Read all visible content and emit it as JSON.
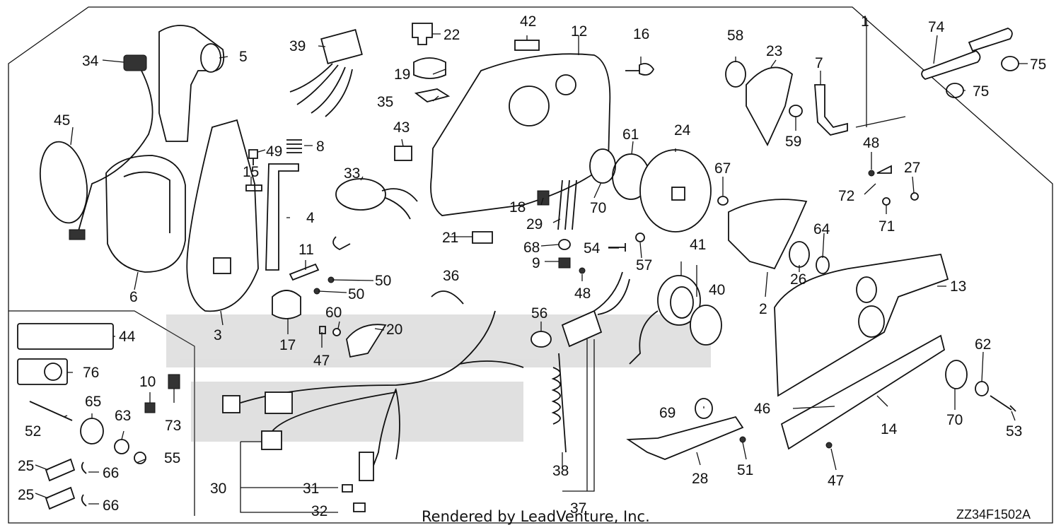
{
  "diagram": {
    "credit": "Rendered by LeadVenture, Inc.",
    "drawing_code": "ZZ34F1502A",
    "callouts": [
      {
        "id": "n1",
        "text": "1"
      },
      {
        "id": "n2",
        "text": "2"
      },
      {
        "id": "n3",
        "text": "3"
      },
      {
        "id": "n4",
        "text": "4"
      },
      {
        "id": "n5",
        "text": "5"
      },
      {
        "id": "n6",
        "text": "6"
      },
      {
        "id": "n7",
        "text": "7"
      },
      {
        "id": "n8",
        "text": "8"
      },
      {
        "id": "n9",
        "text": "9"
      },
      {
        "id": "n10",
        "text": "10"
      },
      {
        "id": "n11",
        "text": "11"
      },
      {
        "id": "n12",
        "text": "12"
      },
      {
        "id": "n13",
        "text": "13"
      },
      {
        "id": "n14",
        "text": "14"
      },
      {
        "id": "n15",
        "text": "15"
      },
      {
        "id": "n16",
        "text": "16"
      },
      {
        "id": "n17",
        "text": "17"
      },
      {
        "id": "n18",
        "text": "18"
      },
      {
        "id": "n19",
        "text": "19"
      },
      {
        "id": "n20",
        "text": "20"
      },
      {
        "id": "n21",
        "text": "21"
      },
      {
        "id": "n22",
        "text": "22"
      },
      {
        "id": "n23",
        "text": "23"
      },
      {
        "id": "n24",
        "text": "24"
      },
      {
        "id": "n25a",
        "text": "25"
      },
      {
        "id": "n25b",
        "text": "25"
      },
      {
        "id": "n26",
        "text": "26"
      },
      {
        "id": "n27",
        "text": "27"
      },
      {
        "id": "n28",
        "text": "28"
      },
      {
        "id": "n29",
        "text": "29"
      },
      {
        "id": "n30",
        "text": "30"
      },
      {
        "id": "n31",
        "text": "31"
      },
      {
        "id": "n32",
        "text": "32"
      },
      {
        "id": "n33",
        "text": "33"
      },
      {
        "id": "n34",
        "text": "34"
      },
      {
        "id": "n35",
        "text": "35"
      },
      {
        "id": "n36",
        "text": "36"
      },
      {
        "id": "n37",
        "text": "37"
      },
      {
        "id": "n38",
        "text": "38"
      },
      {
        "id": "n39",
        "text": "39"
      },
      {
        "id": "n40",
        "text": "40"
      },
      {
        "id": "n41",
        "text": "41"
      },
      {
        "id": "n42",
        "text": "42"
      },
      {
        "id": "n43",
        "text": "43"
      },
      {
        "id": "n44",
        "text": "44"
      },
      {
        "id": "n45",
        "text": "45"
      },
      {
        "id": "n46",
        "text": "46"
      },
      {
        "id": "n47a",
        "text": "47"
      },
      {
        "id": "n47b",
        "text": "47"
      },
      {
        "id": "n48a",
        "text": "48"
      },
      {
        "id": "n48b",
        "text": "48"
      },
      {
        "id": "n49",
        "text": "49"
      },
      {
        "id": "n50a",
        "text": "50"
      },
      {
        "id": "n50b",
        "text": "50"
      },
      {
        "id": "n51",
        "text": "51"
      },
      {
        "id": "n52",
        "text": "52"
      },
      {
        "id": "n53",
        "text": "53"
      },
      {
        "id": "n54",
        "text": "54"
      },
      {
        "id": "n55",
        "text": "55"
      },
      {
        "id": "n56",
        "text": "56"
      },
      {
        "id": "n57",
        "text": "57"
      },
      {
        "id": "n58",
        "text": "58"
      },
      {
        "id": "n59",
        "text": "59"
      },
      {
        "id": "n60",
        "text": "60"
      },
      {
        "id": "n61",
        "text": "61"
      },
      {
        "id": "n62",
        "text": "62"
      },
      {
        "id": "n63",
        "text": "63"
      },
      {
        "id": "n64",
        "text": "64"
      },
      {
        "id": "n65",
        "text": "65"
      },
      {
        "id": "n66a",
        "text": "66"
      },
      {
        "id": "n66b",
        "text": "66"
      },
      {
        "id": "n67",
        "text": "67"
      },
      {
        "id": "n68",
        "text": "68"
      },
      {
        "id": "n69",
        "text": "69"
      },
      {
        "id": "n70a",
        "text": "70"
      },
      {
        "id": "n70b",
        "text": "70"
      },
      {
        "id": "n71",
        "text": "71"
      },
      {
        "id": "n72",
        "text": "72"
      },
      {
        "id": "n73",
        "text": "73"
      },
      {
        "id": "n74",
        "text": "74"
      },
      {
        "id": "n75a",
        "text": "75"
      },
      {
        "id": "n75b",
        "text": "75"
      },
      {
        "id": "n76",
        "text": "76"
      }
    ]
  }
}
